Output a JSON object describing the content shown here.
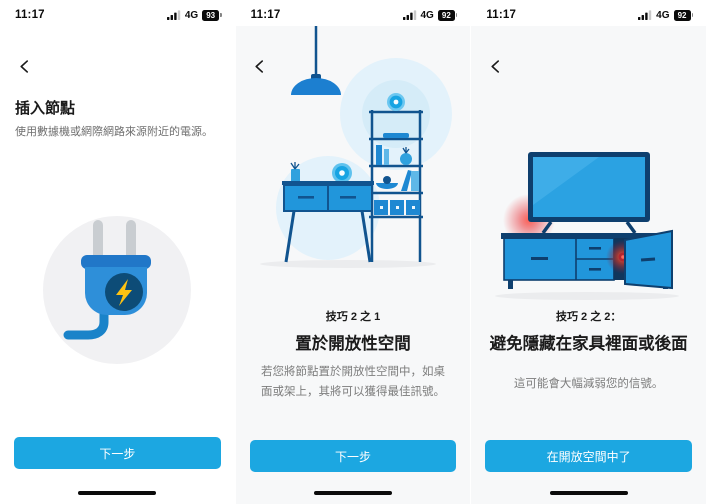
{
  "colors": {
    "accent": "#1CA7E1",
    "navy": "#11548F",
    "illustration_blue": "#2196DB",
    "signal_circle": "#E3F2FB",
    "warning_red": "#E8383F"
  },
  "screens": [
    {
      "illustration": "power-plug-with-lightning-bolt",
      "status": {
        "time": "11:17",
        "network": "4G",
        "battery": "93"
      },
      "title": "插入節點",
      "subtitle": "使用數據機或網際網路來源附近的電源。",
      "button": "下一步"
    },
    {
      "illustration": "node-on-open-shelf-with-signal-rings",
      "status": {
        "time": "11:17",
        "network": "4G",
        "battery": "92"
      },
      "eyebrow": "技巧 2 之 1",
      "title": "置於開放性空間",
      "body": "若您將節點置於開放性空間中，如桌面或架上，其將可以獲得最佳訊號。",
      "button": "下一步"
    },
    {
      "illustration": "node-hidden-inside-tv-cabinet-weak-signal",
      "status": {
        "time": "11:17",
        "network": "4G",
        "battery": "92"
      },
      "eyebrow": "技巧 2 之 2：",
      "title": "避免隱藏在家具裡面或後面",
      "body": "這可能會大幅減弱您的信號。",
      "button": "在開放空間中了"
    }
  ]
}
